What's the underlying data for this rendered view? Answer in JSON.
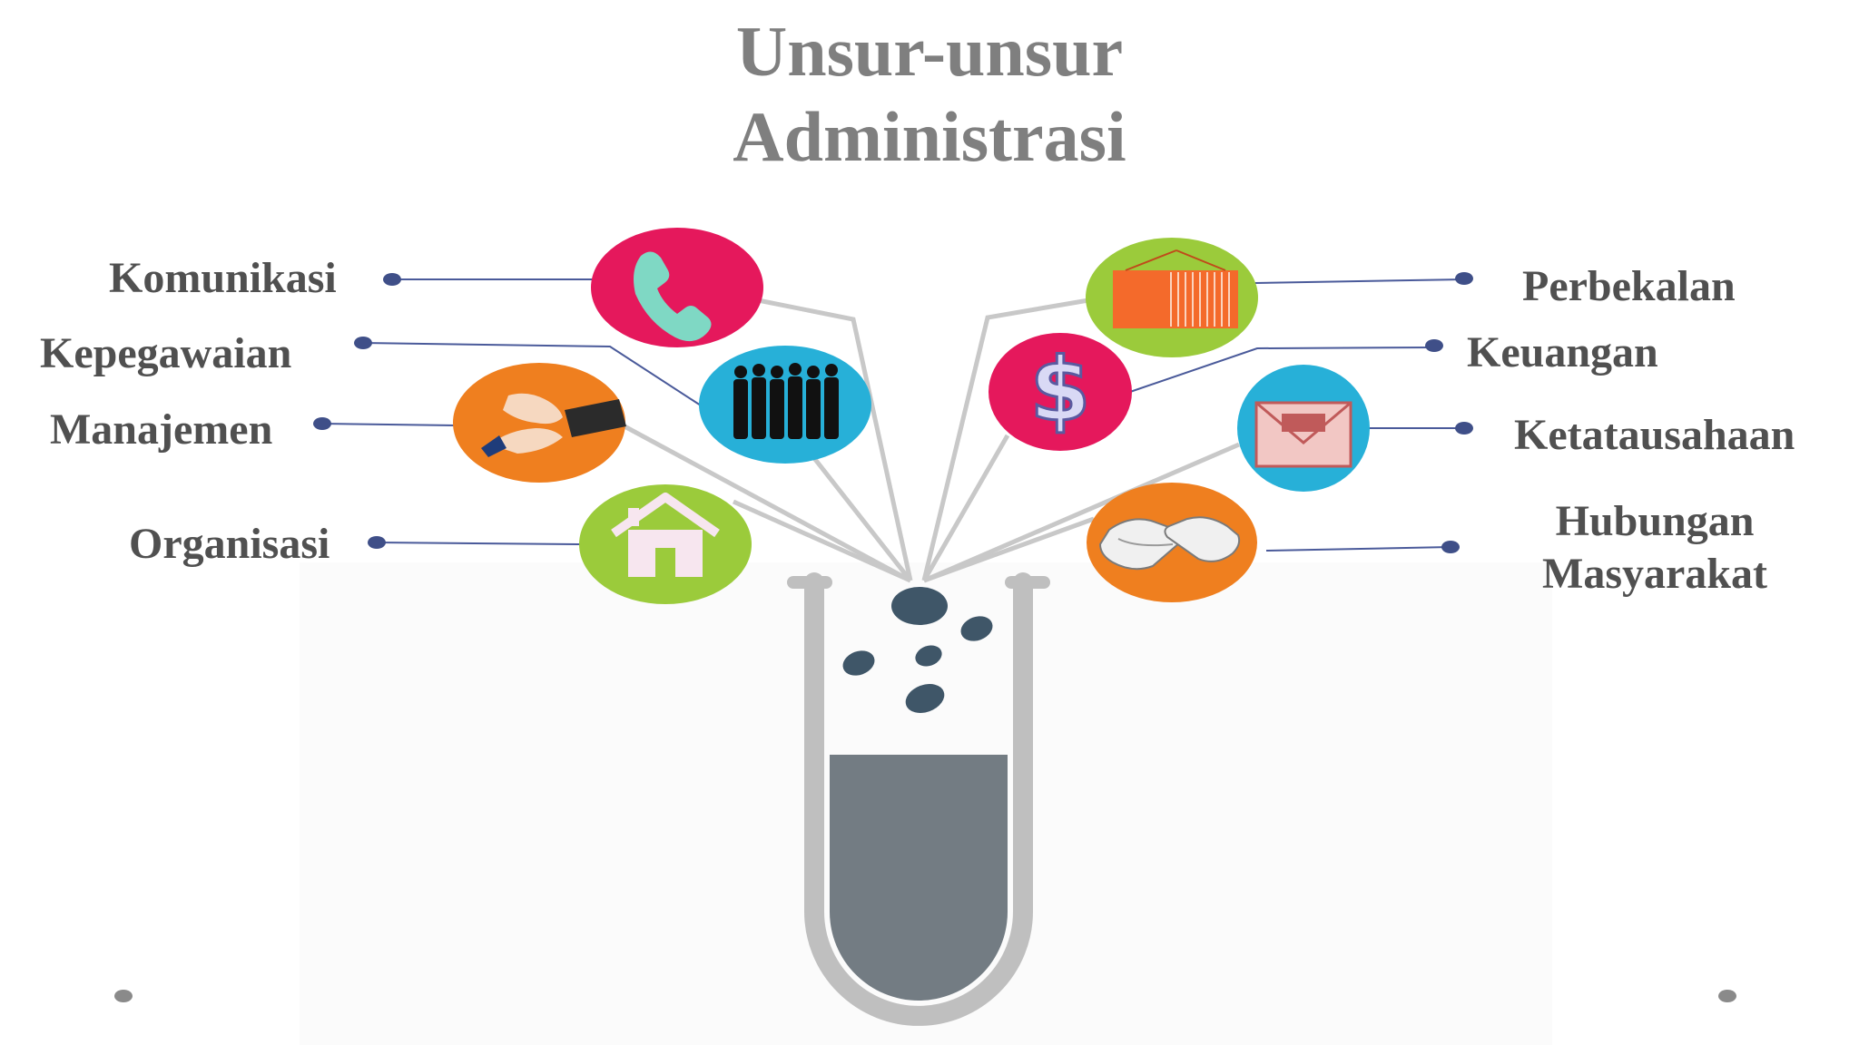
{
  "title_line1": "Unsur-unsur",
  "title_line2": "Administrasi",
  "labels": {
    "komunikasi": "Komunikasi",
    "kepegawaian": "Kepegawaian",
    "manajemen": "Manajemen",
    "organisasi": "Organisasi",
    "perbekalan": "Perbekalan",
    "keuangan": "Keuangan",
    "ketatausahaan": "Ketatausahaan",
    "hubungan_line1": "Hubungan",
    "hubungan_line2": "Masyarakat"
  },
  "icons": {
    "komunikasi": "phone-icon",
    "kepegawaian": "people-silhouette-icon",
    "manajemen": "handshake-deal-icon",
    "organisasi": "house-icon",
    "perbekalan": "shipping-container-icon",
    "keuangan": "dollar-icon",
    "ketatausahaan": "envelope-icon",
    "hubungan": "handshake-icon"
  },
  "colors": {
    "title": "#7f7f7f",
    "label": "#505050",
    "komunikasi": "#e5185c",
    "kepegawaian": "#27b0d8",
    "manajemen": "#ef7f1f",
    "organisasi": "#9bcb3b",
    "perbekalan": "#9bcb3b",
    "keuangan": "#e5185c",
    "ketatausahaan": "#27b0d8",
    "hubungan": "#ef7f1f",
    "tube": "#bfbfbf",
    "liquid": "#737c83",
    "bubble": "#3f5668"
  }
}
